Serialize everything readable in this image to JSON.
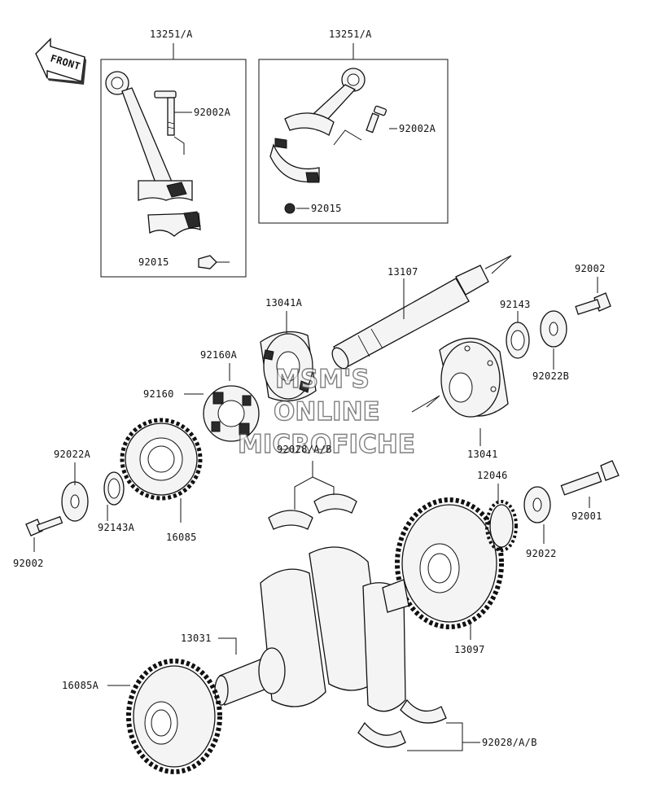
{
  "front_badge": "FRONT",
  "watermark": {
    "line1": "MSM'S",
    "line2": "ONLINE",
    "line3": "MICROFICHE"
  },
  "labels": {
    "p13251a_left": "13251/A",
    "p13251a_right": "13251/A",
    "p92002a_left": "92002A",
    "p92002a_right": "92002A",
    "p92015_left": "92015",
    "p92015_right": "92015",
    "p13107": "13107",
    "p92002_top": "92002",
    "p13041a": "13041A",
    "p92143": "92143",
    "p92160a": "92160A",
    "p92022b": "92022B",
    "p92160": "92160",
    "p92028_top": "92028/A/B",
    "p13041": "13041",
    "p92022a": "92022A",
    "p12046": "12046",
    "p92001": "92001",
    "p92143a": "92143A",
    "p16085": "16085",
    "p92022": "92022",
    "p92002_bottom": "92002",
    "p13031": "13031",
    "p13097": "13097",
    "p16085a": "16085A",
    "p92028_bottom": "92028/A/B"
  },
  "colors": {
    "line": "#111111",
    "fill": "#f4f4f4",
    "background": "#ffffff"
  }
}
